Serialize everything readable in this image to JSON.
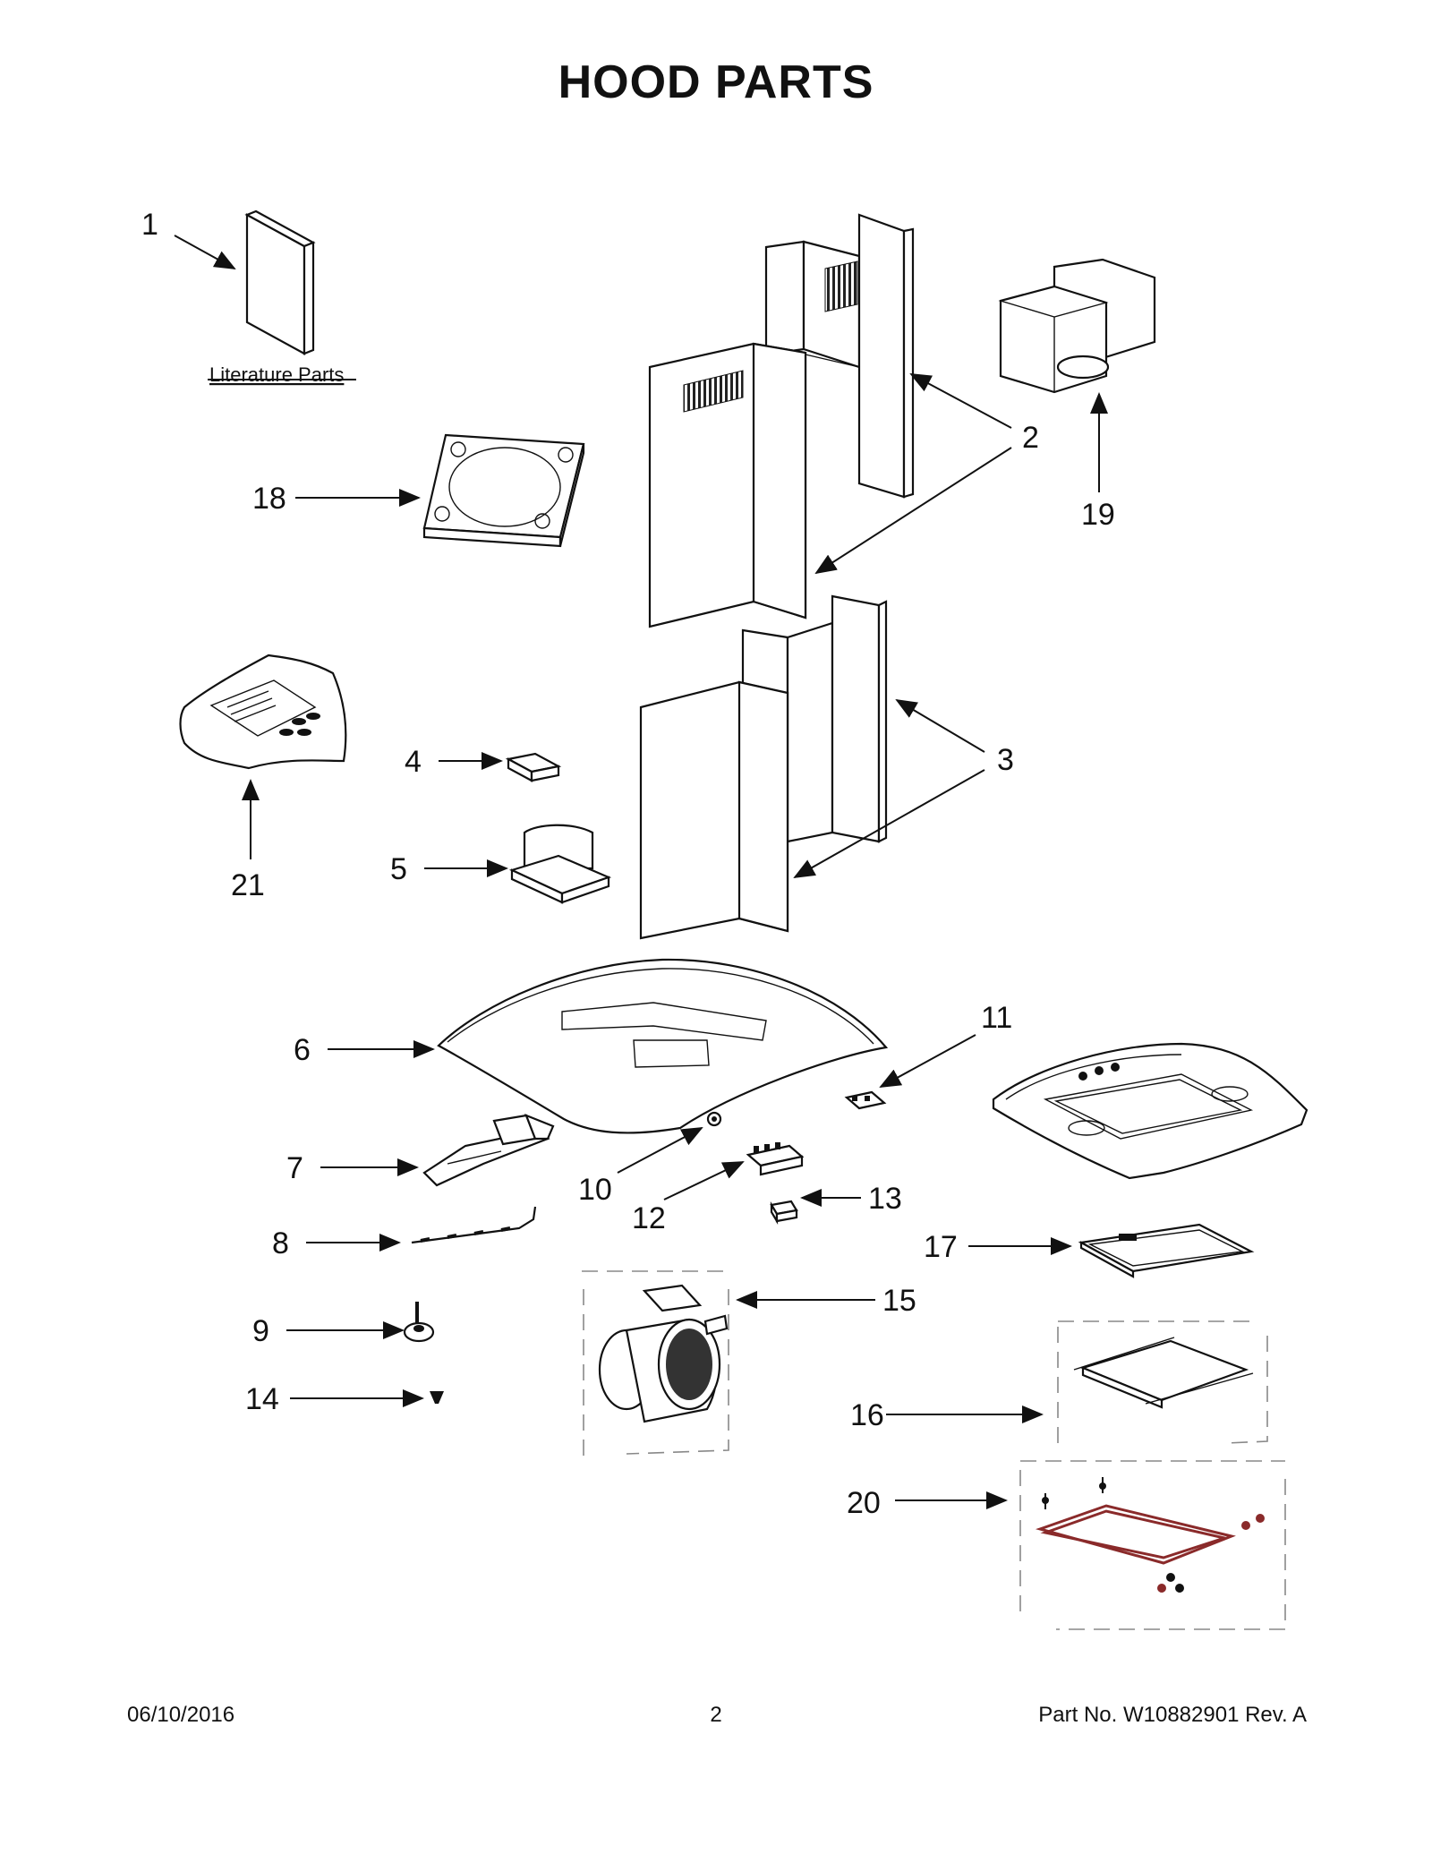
{
  "title": "HOOD  PARTS",
  "literature_label": "Literature Parts",
  "callouts": {
    "c1": "1",
    "c2": "2",
    "c3": "3",
    "c4": "4",
    "c5": "5",
    "c6": "6",
    "c7": "7",
    "c8": "8",
    "c9": "9",
    "c10": "10",
    "c11": "11",
    "c12": "12",
    "c13": "13",
    "c14": "14",
    "c15": "15",
    "c16": "16",
    "c17": "17",
    "c18": "18",
    "c19": "19",
    "c20": "20",
    "c21": "21"
  },
  "footer": {
    "date": "06/10/2016",
    "page": "2",
    "part_no": "Part No.  W10882901   Rev.  A"
  }
}
